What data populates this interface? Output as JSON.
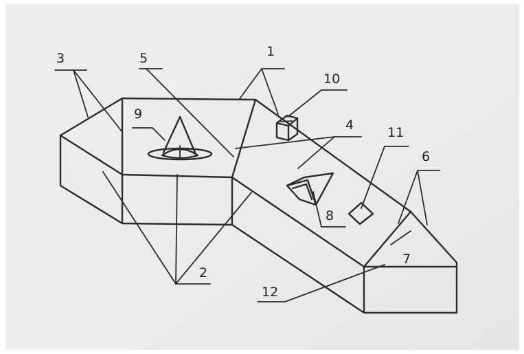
{
  "labels": {
    "l1": "1",
    "l2": "2",
    "l3": "3",
    "l4": "4",
    "l5": "5",
    "l6": "6",
    "l7": "7",
    "l8": "8",
    "l9": "9",
    "l10": "10",
    "l11": "11",
    "l12": "12"
  },
  "colors": {
    "paper": "#ececec",
    "ink": "#2b2b2b"
  }
}
